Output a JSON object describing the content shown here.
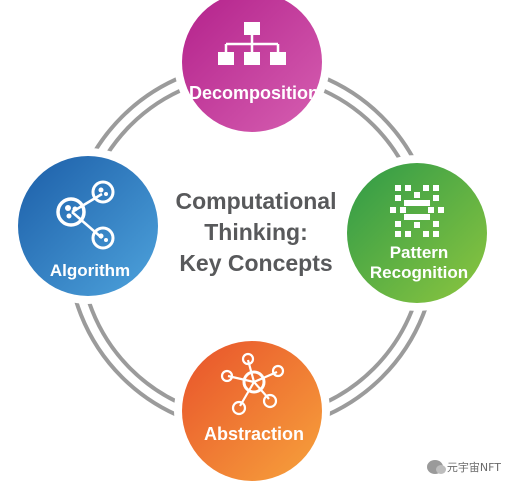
{
  "center": {
    "line1": "Computational",
    "line2": "Thinking:",
    "line3": "Key Concepts"
  },
  "nodes": {
    "decomposition": {
      "label": "Decomposition",
      "icon": "hierarchy-icon",
      "color_start": "#b3218b",
      "color_end": "#d65fb1"
    },
    "pattern": {
      "label_line1": "Pattern",
      "label_line2": "Recognition",
      "icon": "pattern-grid-icon",
      "color_start": "#2e9a48",
      "color_end": "#8dc63f"
    },
    "abstraction": {
      "label": "Abstraction",
      "icon": "network-hub-icon",
      "color_start": "#e8522b",
      "color_end": "#f7a33c"
    },
    "algorithm": {
      "label": "Algorithm",
      "icon": "gears-network-icon",
      "color_start": "#1c5ea8",
      "color_end": "#4ea3dc"
    }
  },
  "ring_color": "#9b9b9b",
  "watermark": {
    "text": "元宇宙NFT",
    "icon": "wechat-icon"
  }
}
